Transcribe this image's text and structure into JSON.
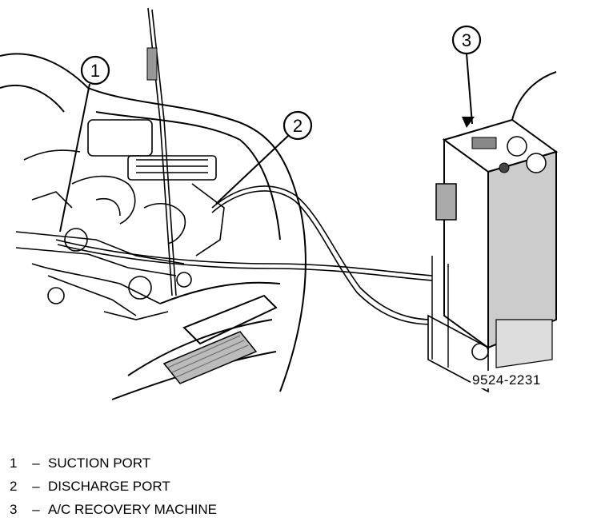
{
  "callouts": [
    {
      "number": "1"
    },
    {
      "number": "2"
    },
    {
      "number": "3"
    }
  ],
  "figure_id": "9524-2231",
  "legend": [
    {
      "number": "1",
      "separator": "–",
      "label": "SUCTION PORT"
    },
    {
      "number": "2",
      "separator": "–",
      "label": "DISCHARGE PORT"
    },
    {
      "number": "3",
      "separator": "–",
      "label": "A/C RECOVERY MACHINE"
    }
  ]
}
